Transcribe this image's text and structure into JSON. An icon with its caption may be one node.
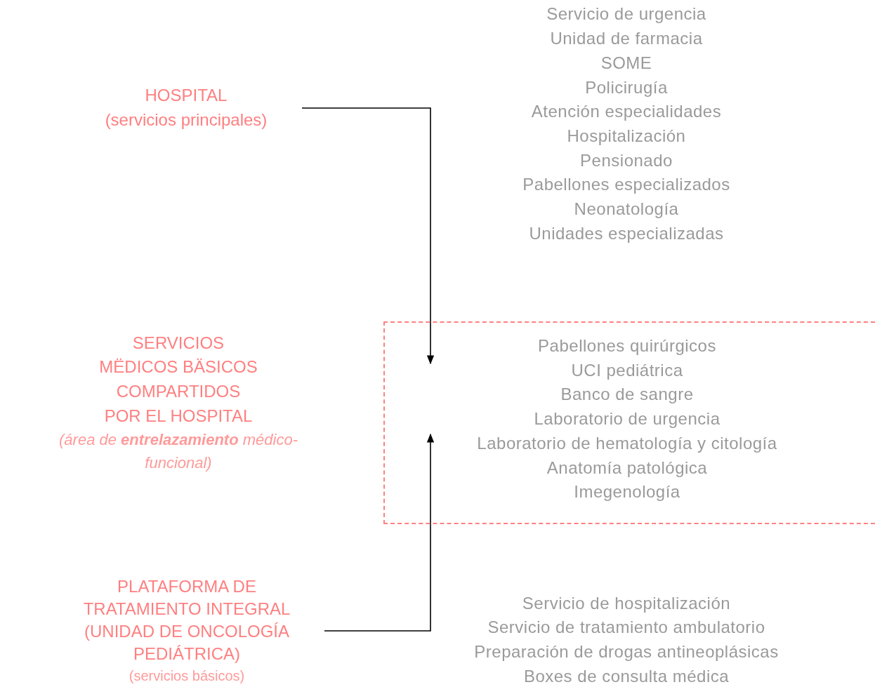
{
  "diagram": {
    "nodes": [
      {
        "text": [
          "HOSPITAL",
          "(servicios principales)"
        ]
      },
      {
        "text": [
          "Servicio de urgencia",
          "Unidad de farmacia",
          "SOME",
          "Policirugía",
          "Atención especialidades",
          "Hospitalización",
          "Pensionado",
          "Pabellones especializados",
          "Neonatología",
          "Unidades especializadas"
        ]
      },
      {
        "text": [
          "SERVICIOS MËDICOS BÄSICOS COMPARTIDOS POR EL HOSPITAL",
          "(área de **entrelazamiento** médico-funcional)"
        ]
      },
      {
        "text": [
          "Pabellones quirúrgicos",
          "UCI pediátrica",
          "Banco de sangre",
          "Laboratorio de urgencia",
          "Laboratorio de hematología y citología",
          "Anatomía patológica",
          "Imegenología"
        ]
      },
      {
        "text": [
          "PLATAFORMA DE TRATAMIENTO INTEGRAL (UNIDAD DE ONCOLOGÍA PEDIÁTRICA)",
          "(servicios básicos)"
        ]
      },
      {
        "text": [
          "Servicio de hospitalización",
          "Servicio de tratamiento ambulatorio",
          "Preparación de drogas antineoplásicas",
          "Boxes de consulta médica"
        ]
      }
    ],
    "edges": [
      {
        "from": 0,
        "to": 3,
        "arrow": "to"
      },
      {
        "from": 4,
        "to": 3,
        "arrow": "to"
      }
    ]
  }
}
